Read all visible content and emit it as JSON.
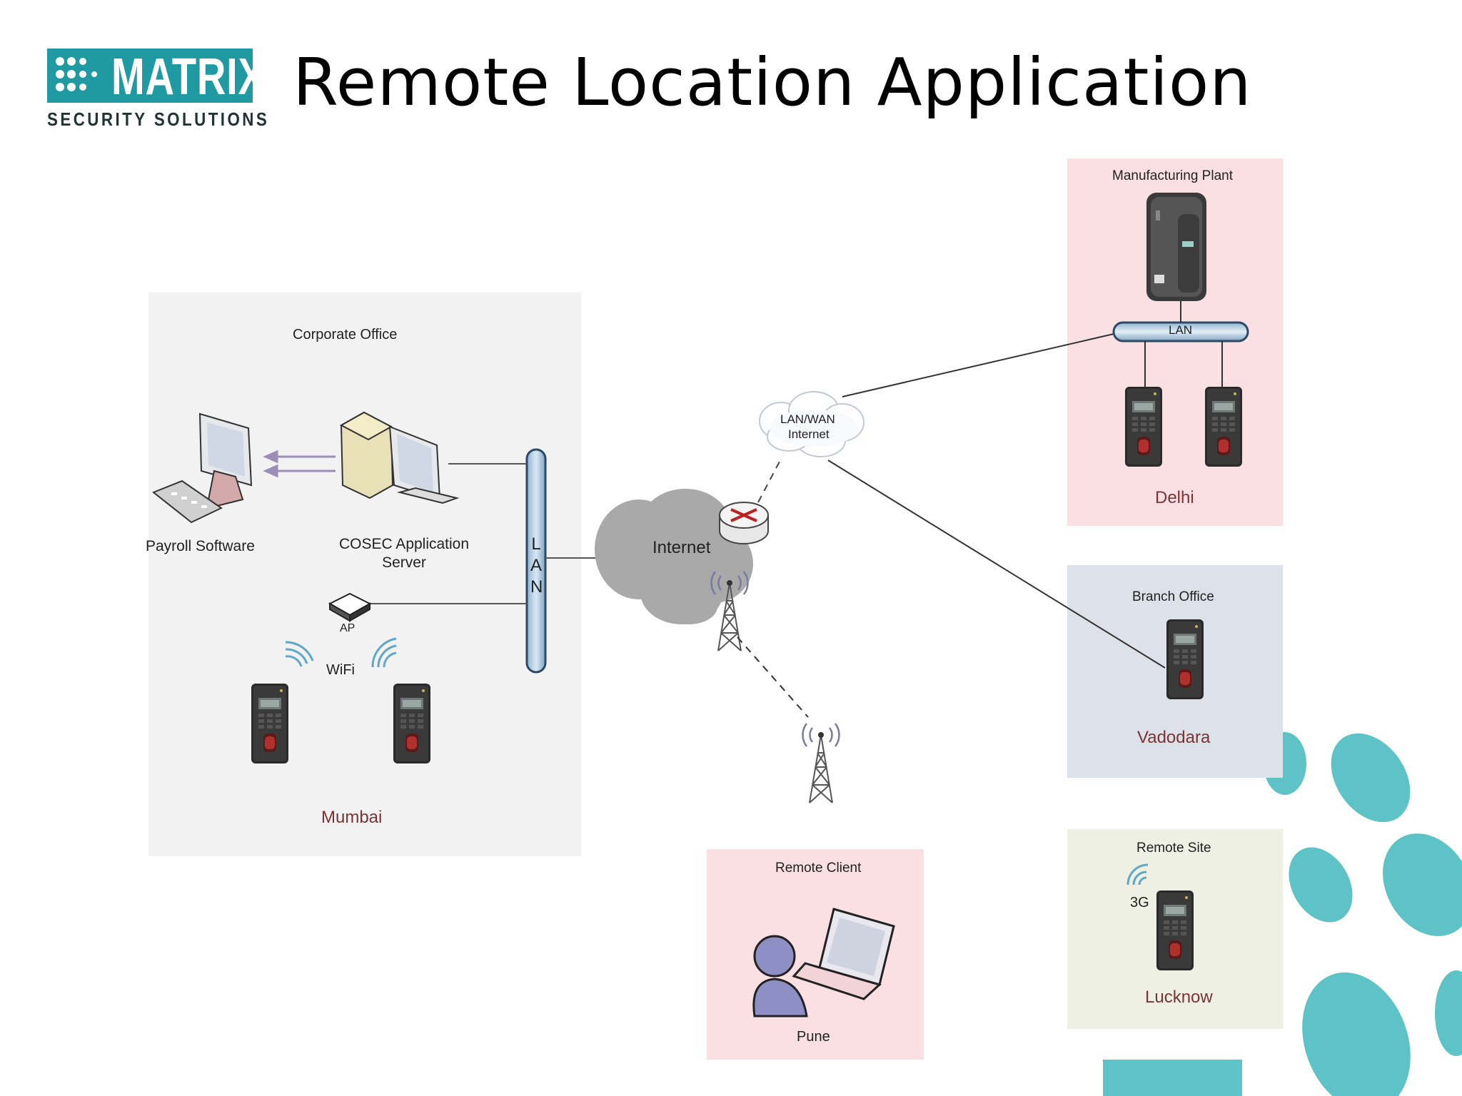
{
  "logo": {
    "brand": "MATRIX",
    "tagline": "SECURITY SOLUTIONS"
  },
  "slide": {
    "title": "Remote Location Application"
  },
  "corporate": {
    "heading": "Corporate Office",
    "payroll": "Payroll Software",
    "server": "COSEC Application Server",
    "lan": "LAN",
    "ap": "AP",
    "wifi": "WiFi",
    "city": "Mumbai"
  },
  "network": {
    "internet": "Internet",
    "cloud_line1": "LAN/WAN",
    "cloud_line2": "Internet"
  },
  "manufacturing": {
    "heading": "Manufacturing Plant",
    "lan": "LAN",
    "city": "Delhi"
  },
  "branch": {
    "heading": "Branch Office",
    "city": "Vadodara"
  },
  "remote_client": {
    "heading": "Remote Client",
    "city": "Pune"
  },
  "remote_site": {
    "heading": "Remote Site",
    "network": "3G",
    "city": "Lucknow"
  },
  "colors": {
    "brand": "#1f9aa3",
    "pink_box": "#fbe0e3",
    "blue_box": "#dde1ea",
    "green_box": "#eef0e4",
    "gray_box": "#f1f1f1"
  }
}
